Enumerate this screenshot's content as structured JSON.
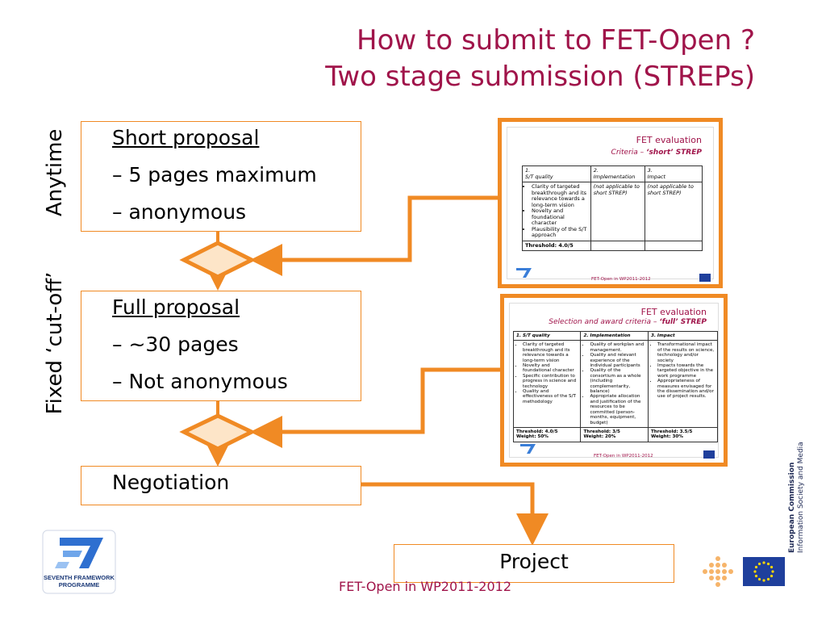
{
  "title": {
    "line1": "How to submit to FET-Open ?",
    "line2": "Two stage submission (STREPs)"
  },
  "side_labels": {
    "anytime": "Anytime",
    "fixed_cutoff": "Fixed ‘cut-off’"
  },
  "short_proposal": {
    "heading": "Short proposal",
    "items": [
      "– 5 pages maximum",
      "– anonymous"
    ]
  },
  "full_proposal": {
    "heading": "Full proposal",
    "items": [
      "– ~30 pages",
      "– Not anonymous"
    ]
  },
  "negotiation": {
    "label": "Negotiation"
  },
  "project": {
    "label": "Project"
  },
  "short_eval": {
    "title": "FET evaluation",
    "subtitle_prefix": "Criteria – ",
    "subtitle_emph": "‘short’ STREP",
    "headers": [
      "1.\nS/T quality",
      "2.\nImplementation",
      "3.\nImpact"
    ],
    "col1_items": [
      "Clarity of targeted breakthrough and its relevance towards a long-term vision",
      "Novelty and foundational character",
      "Plausibility of the S/T approach"
    ],
    "col2_text": "(not applicable to short STREP)",
    "col3_text": "(not applicable to short STREP)",
    "threshold": "Threshold: 4.0/5",
    "footer": "FET-Open in WP2011-2012"
  },
  "full_eval": {
    "title": "FET evaluation",
    "subtitle_prefix": "Selection and award criteria – ",
    "subtitle_emph": "‘full’ STREP",
    "headers": [
      "1. S/T quality",
      "2. Implementation",
      "3. Impact"
    ],
    "col1_items": [
      "Clarity of targeted breakthrough and its relevance towards a long-term vision",
      "Novelty and foundational character",
      "Specific contribution to progress in science and technology",
      "Quality and effectiveness of the S/T methodology"
    ],
    "col2_items": [
      "Quality of workplan and management.",
      "Quality and relevant experience of the individual participants",
      "Quality of the consortium as a whole (including complementarity, balance)",
      "Appropriate allocation and justification of the resources to be committed (person-months, equipment, budget)"
    ],
    "col3_items": [
      "Transformational impact of the results on science, technology and/or society",
      "Impacts towards the targeted objective in the work programme",
      "Appropriateness of measures envisaged for the dissemination and/or use of project results."
    ],
    "thresholds": [
      [
        "Threshold: 4.0/5",
        "Weight: 50%"
      ],
      [
        "Threshold: 3/5",
        "Weight: 20%"
      ],
      [
        "Threshold: 3.5/5",
        "Weight: 30%"
      ]
    ],
    "footer": "FET-Open in WP2011-2012"
  },
  "footer": "FET-Open in WP2011-2012",
  "logos": {
    "fp7_line1": "SEVENTH FRAMEWORK",
    "fp7_line2": "PROGRAMME",
    "ec_line1": "European Commission",
    "ec_line2": "Information Society and Media"
  },
  "colors": {
    "accent": "#f08a24",
    "title": "#a0144a",
    "diamond_fill": "#fde5c8",
    "eu_blue": "#1f3f9c"
  }
}
